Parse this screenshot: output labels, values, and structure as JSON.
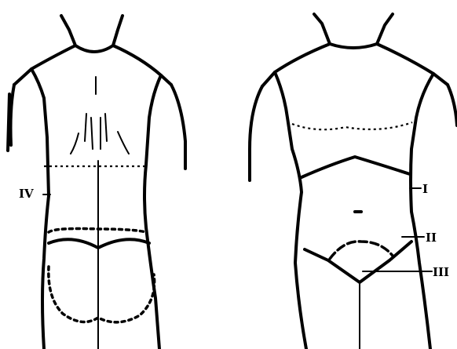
{
  "labels": {
    "region_i": "I",
    "region_ii": "II",
    "region_iii": "III",
    "region_iv": "IV"
  }
}
